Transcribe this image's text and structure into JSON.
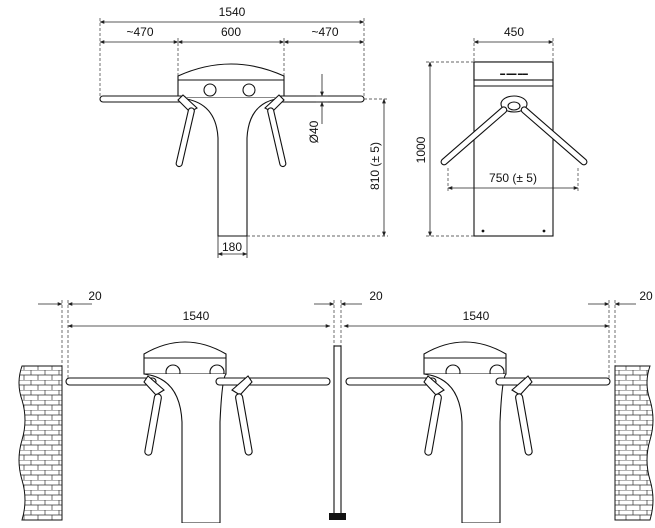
{
  "front_view": {
    "overall_width": "1540",
    "left_arm": "~470",
    "center_width": "600",
    "right_arm": "~470",
    "arm_diameter": "Ø40",
    "arm_height": "810 (± 5)",
    "base_width": "180"
  },
  "side_view": {
    "depth": "450",
    "height": "1000",
    "arm_span": "750 (± 5)"
  },
  "installation_view": {
    "wall_gap_left": "20",
    "wall_gap_mid": "20",
    "wall_gap_right": "20",
    "passage_left": "1540",
    "passage_right": "1540"
  }
}
